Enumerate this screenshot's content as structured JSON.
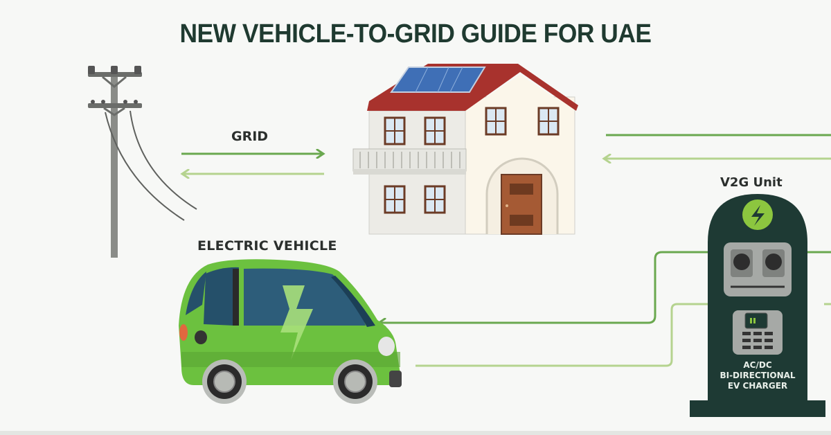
{
  "title": "NEW VEHICLE-TO-GRID GUIDE FOR UAE",
  "labels": {
    "grid": "GRID",
    "electric_vehicle": "ELECTRIC VEHICLE",
    "v2g_unit": "V2G Unit"
  },
  "charger": {
    "line1": "AC/DC",
    "line2": "BI-DIRECTIONAL",
    "line3": "EV CHARGER"
  },
  "components": [
    {
      "name": "utility-pole",
      "icon": "power-pole-icon"
    },
    {
      "name": "house",
      "icon": "house-with-solar-panel-icon"
    },
    {
      "name": "electric-vehicle",
      "icon": "green-ev-car-icon"
    },
    {
      "name": "v2g-unit",
      "icon": "bidirectional-charger-icon"
    }
  ],
  "colors": {
    "title": "#1f3a30",
    "arrow_dark_green": "#6aa84f",
    "arrow_light_green": "#b5d38f",
    "charger_body": "#1e3a34",
    "car_green": "#6cc13f",
    "roof_red": "#a8322d",
    "bolt_lime": "#8cc63f"
  }
}
